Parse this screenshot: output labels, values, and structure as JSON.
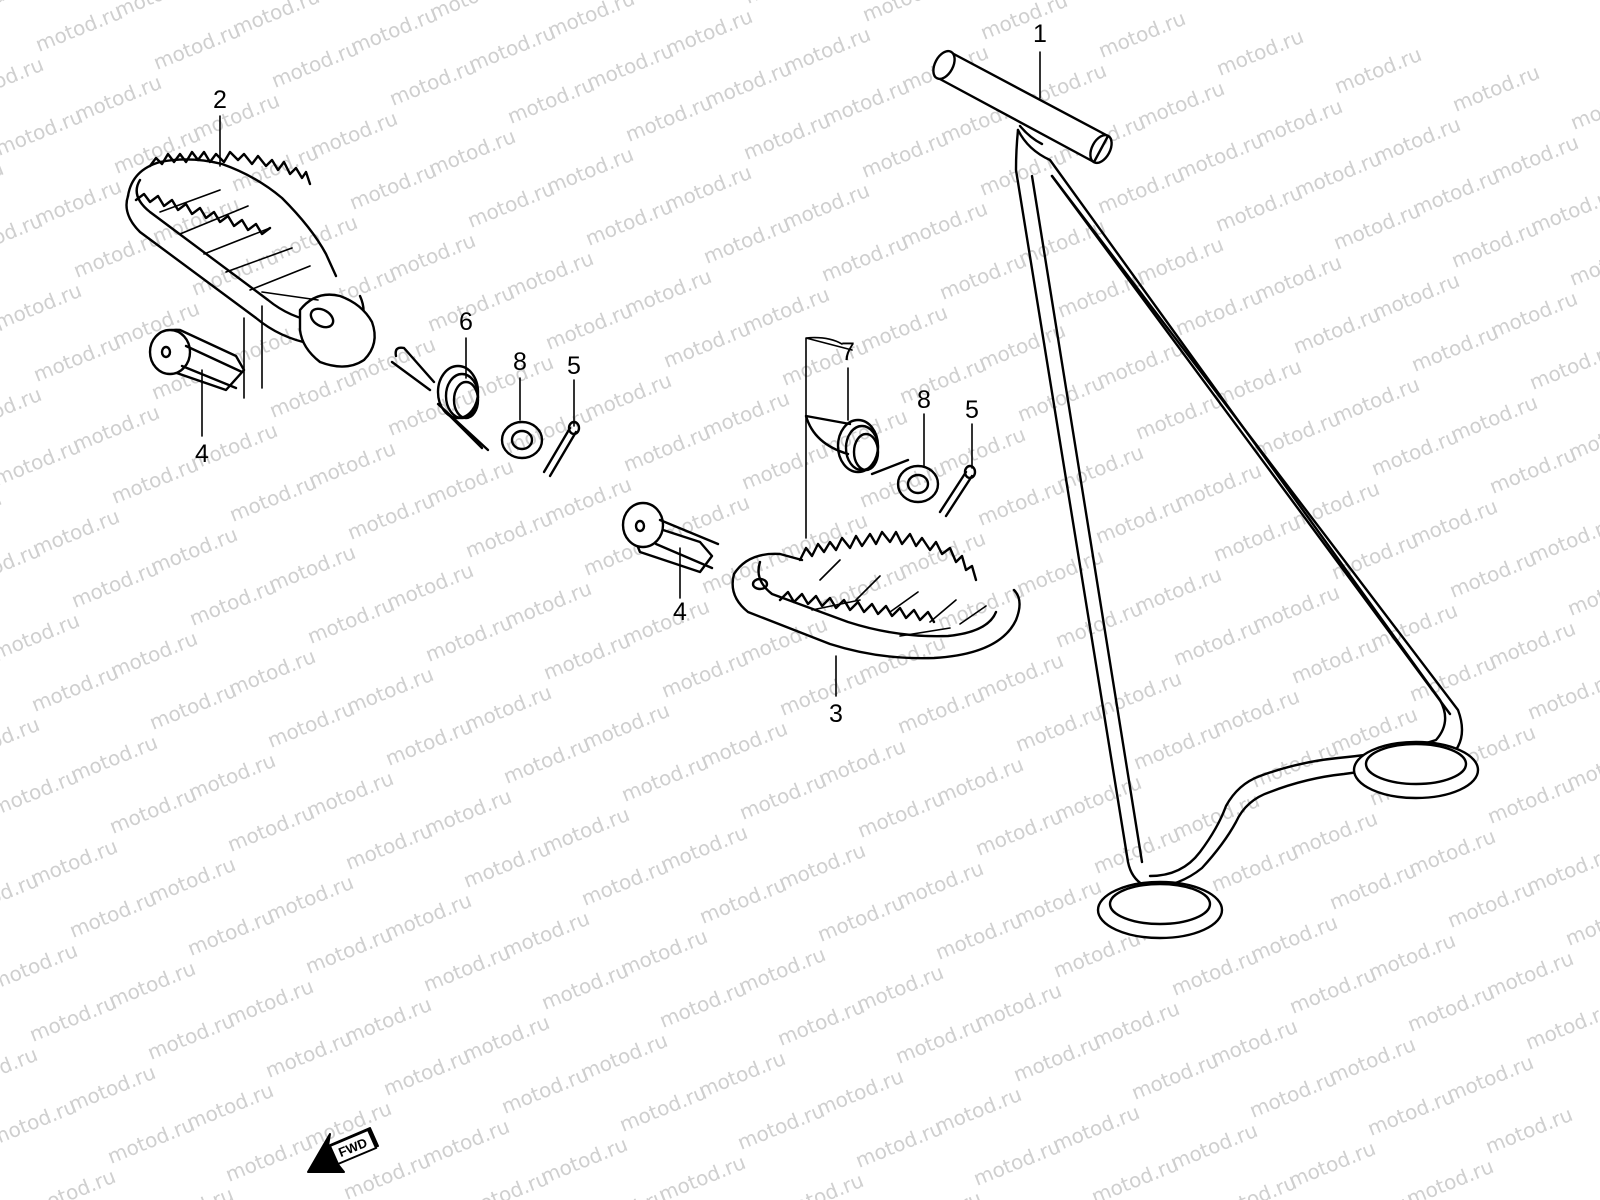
{
  "watermark": {
    "text": "motod.ru"
  },
  "callouts": {
    "n1": "1",
    "n2": "2",
    "n3": "3",
    "n4a": "4",
    "n4b": "4",
    "n5a": "5",
    "n5b": "5",
    "n6": "6",
    "n7": "7",
    "n8a": "8",
    "n8b": "8"
  },
  "direction_badge": {
    "label": "FWD"
  },
  "colors": {
    "line": "#000000",
    "watermark": "#cfcfcf",
    "background": "#ffffff"
  }
}
